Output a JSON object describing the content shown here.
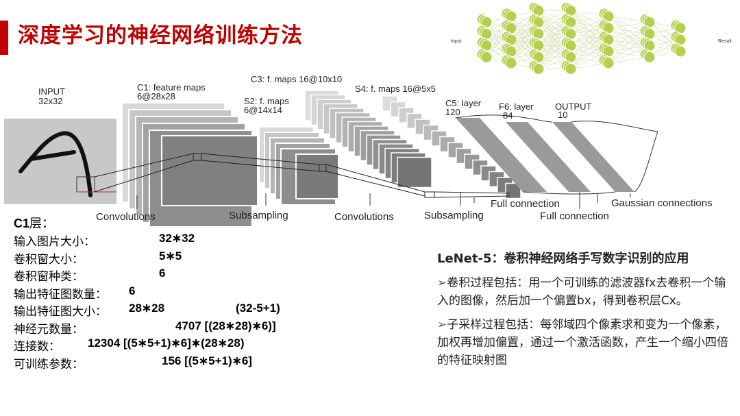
{
  "title": "深度学习的神经网络训练方法",
  "nn_figure": {
    "input_label": "Input",
    "result_label": "Result",
    "layers": [
      4,
      5,
      6,
      6,
      5,
      4,
      3
    ],
    "node_color": "#b5cf4f"
  },
  "lenet": {
    "input_label": "INPUT",
    "input_size": "32x32",
    "c1_label": "C1: feature maps",
    "c1_size": "6@28x28",
    "s2_label": "S2: f. maps",
    "s2_size": "6@14x14",
    "c3_label": "C3: f. maps 16@10x10",
    "s4_label": "S4: f. maps 16@5x5",
    "c5_label": "C5: layer",
    "c5_size": "120",
    "f6_label": "F6: layer",
    "f6_size": "84",
    "output_label": "OUTPUT",
    "output_size": "10",
    "op_convolutions_1": "Convolutions",
    "op_subsampling_1": "Subsampling",
    "op_convolutions_2": "Convolutions",
    "op_subsampling_2": "Subsampling",
    "op_full_connection_1": "Full connection",
    "op_full_connection_2": "Full connection",
    "op_gaussian": "Gaussian connections"
  },
  "params": {
    "heading": "C1",
    "heading_suffix": "层：",
    "rows": [
      {
        "label": "输入图片大小：",
        "value": "32∗32"
      },
      {
        "label": "卷积窗大小：",
        "value": "5∗5"
      },
      {
        "label": "卷积窗种类：",
        "value": "6"
      },
      {
        "label": "输出特征图数量：",
        "value": "6"
      },
      {
        "label": "输出特征图大小：",
        "value": "28∗28",
        "extra": "(32-5+1)"
      },
      {
        "label": "神经元数量：",
        "value": "4707  [(28∗28)∗6)]"
      },
      {
        "label": "连接数：",
        "value": "12304 [(5∗5+1)∗6]∗(28∗28)"
      },
      {
        "label": "可训练参数：",
        "value": "156 [(5∗5+1)∗6]"
      }
    ]
  },
  "description": {
    "heading": "LeNet-5：卷积神经网络手写数字识别的应用",
    "bullet_marker": "➢",
    "bullets": [
      "卷积过程包括：用一个可训练的滤波器fx去卷积一个输入的图像，然后加一个偏置bx，得到卷积层Cx。",
      "子采样过程包括：每邻域四个像素求和变为一个像素，加权再增加偏置，通过一个激活函数，产生一个缩小四倍的特征映射图"
    ]
  },
  "colors": {
    "title": "#c00000",
    "accent_bar": "#c00000"
  }
}
